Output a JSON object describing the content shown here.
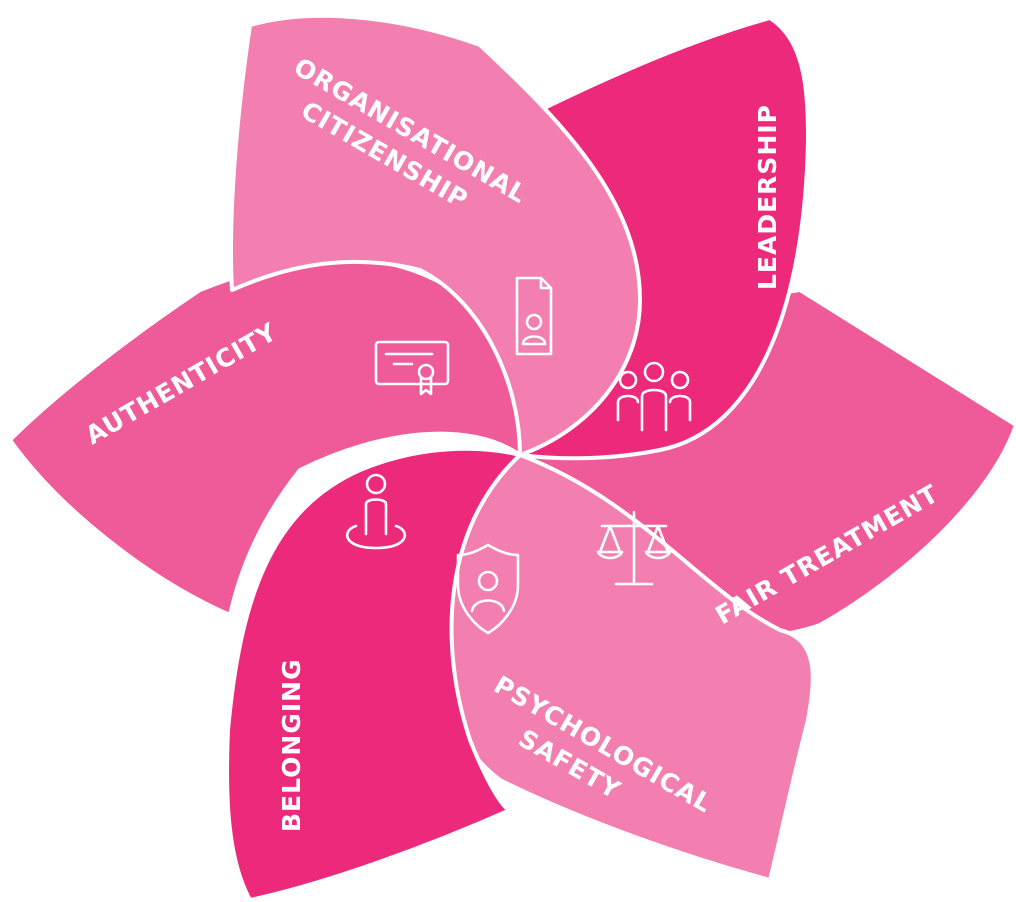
{
  "colors": {
    "light_pink": "#f27fb0",
    "medium_pink": "#ef5a98",
    "hot_pink": "#ec297b",
    "outline": "#ffffff"
  },
  "petals": [
    {
      "id": "leadership",
      "lines": [
        "LEADERSHIP"
      ],
      "icon": "people-group-icon",
      "color": "#ec297b"
    },
    {
      "id": "fair-treatment",
      "lines": [
        "FAIR TREATMENT"
      ],
      "icon": "scales-icon",
      "color": "#ef5a98"
    },
    {
      "id": "psychological-safety",
      "lines": [
        "PSYCHOLOGICAL",
        "SAFETY"
      ],
      "icon": "shield-user-icon",
      "color": "#f27fb0"
    },
    {
      "id": "belonging",
      "lines": [
        "BELONGING"
      ],
      "icon": "person-location-icon",
      "color": "#ec297b"
    },
    {
      "id": "authenticity",
      "lines": [
        "AUTHENTICITY"
      ],
      "icon": "certificate-icon",
      "color": "#ef5a98"
    },
    {
      "id": "organisational-citizenship",
      "lines": [
        "ORGANISATIONAL",
        "CITIZENSHIP"
      ],
      "icon": "user-document-icon",
      "color": "#f27fb0"
    }
  ]
}
